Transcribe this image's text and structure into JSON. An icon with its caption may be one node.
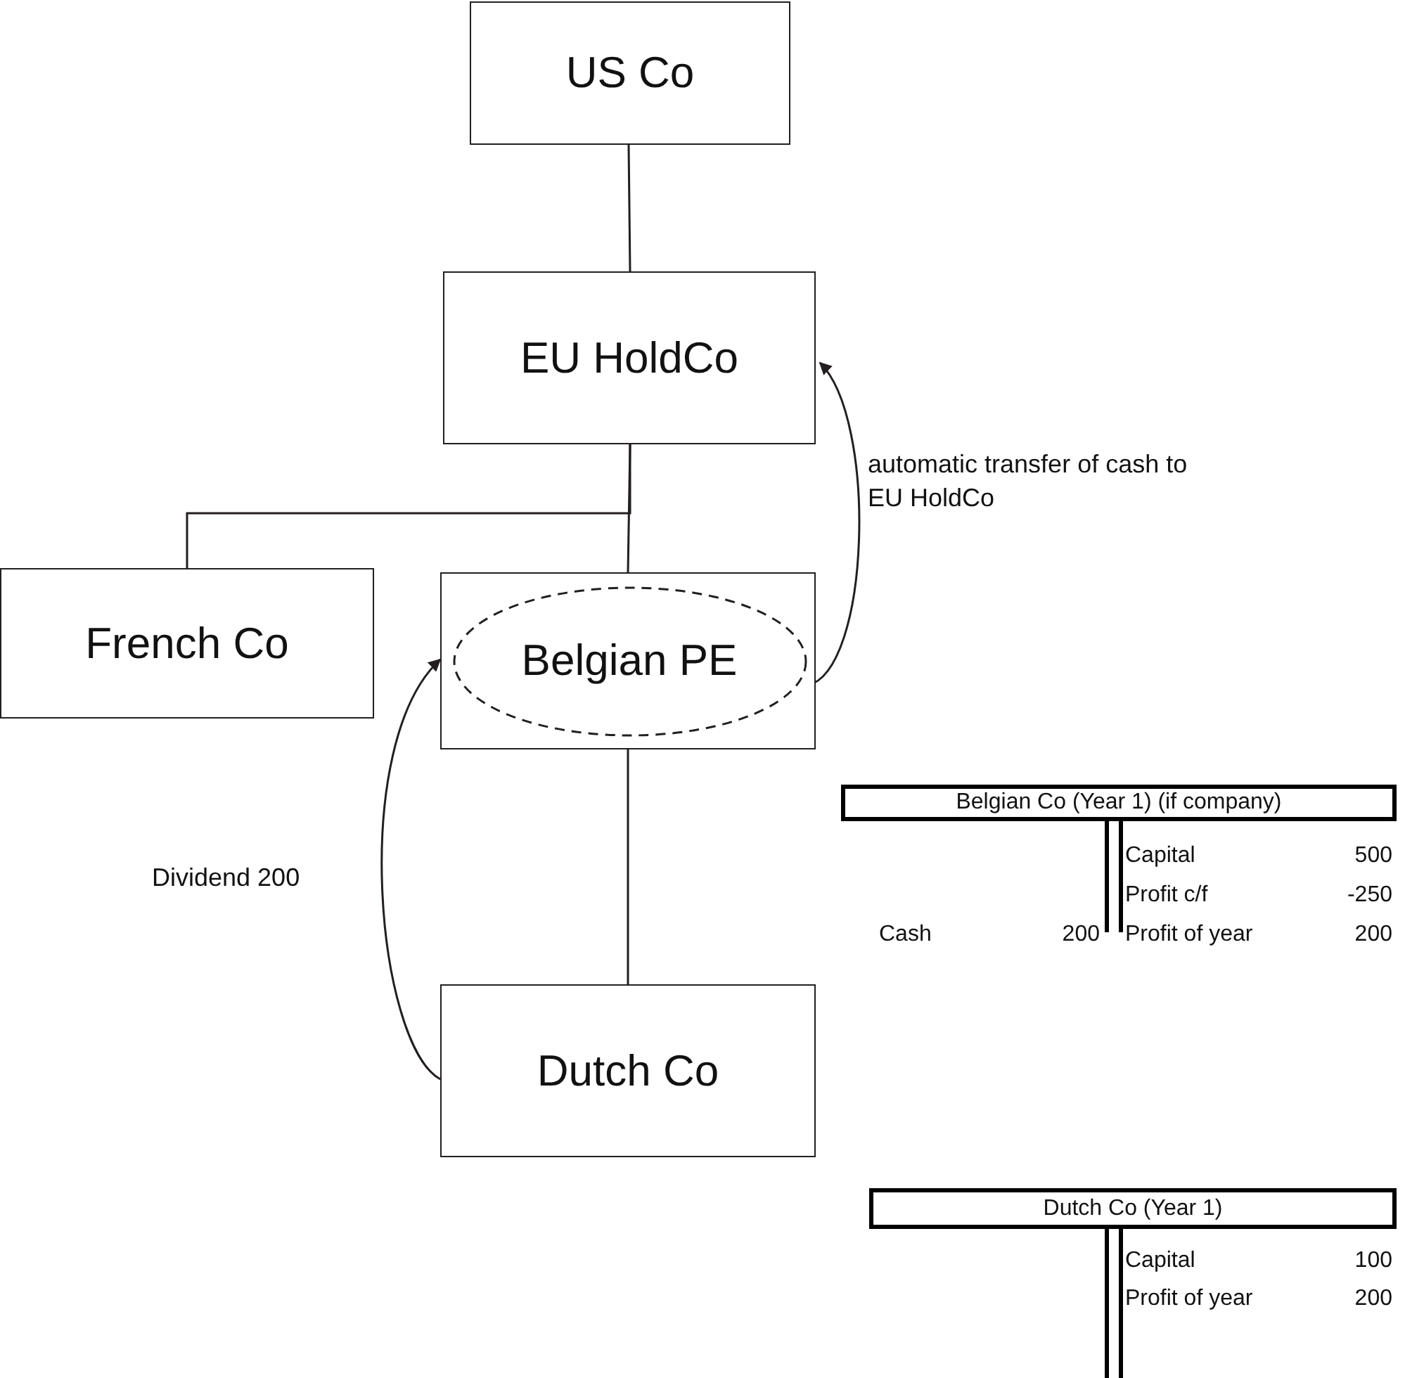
{
  "diagram": {
    "nodes": [
      {
        "text": [
          "US Co"
        ]
      },
      {
        "text": [
          "EU HoldCo"
        ]
      },
      {
        "text": [
          "French Co"
        ]
      },
      {
        "text": [],
        "shape": "box"
      },
      {
        "text": [
          "Belgian PE"
        ],
        "in": 3
      },
      {
        "text": [
          "Dutch Co"
        ]
      }
    ],
    "edges": [
      {
        "from": 0,
        "to": 1,
        "arrow": "none"
      },
      {
        "from": 1,
        "to": 2,
        "arrow": "none"
      },
      {
        "from": 1,
        "to": 3,
        "arrow": "none"
      },
      {
        "from": 3,
        "to": 5,
        "arrow": "none"
      },
      {
        "from": 5,
        "to": 3,
        "arrow": "to",
        "label": "Dividend 200"
      },
      {
        "from": 4,
        "to": 1,
        "arrow": "to",
        "label": "automatic transfer of cash to EU HoldCo"
      }
    ],
    "labels": [
      "Belgian Co (Year 1) (if company)",
      "Capital",
      "500",
      "Profit c/f",
      "-250",
      "Cash",
      "200",
      "Profit of year",
      "200",
      "Dutch Co (Year 1)",
      "Capital",
      "100",
      "Profit of year",
      "200"
    ]
  }
}
